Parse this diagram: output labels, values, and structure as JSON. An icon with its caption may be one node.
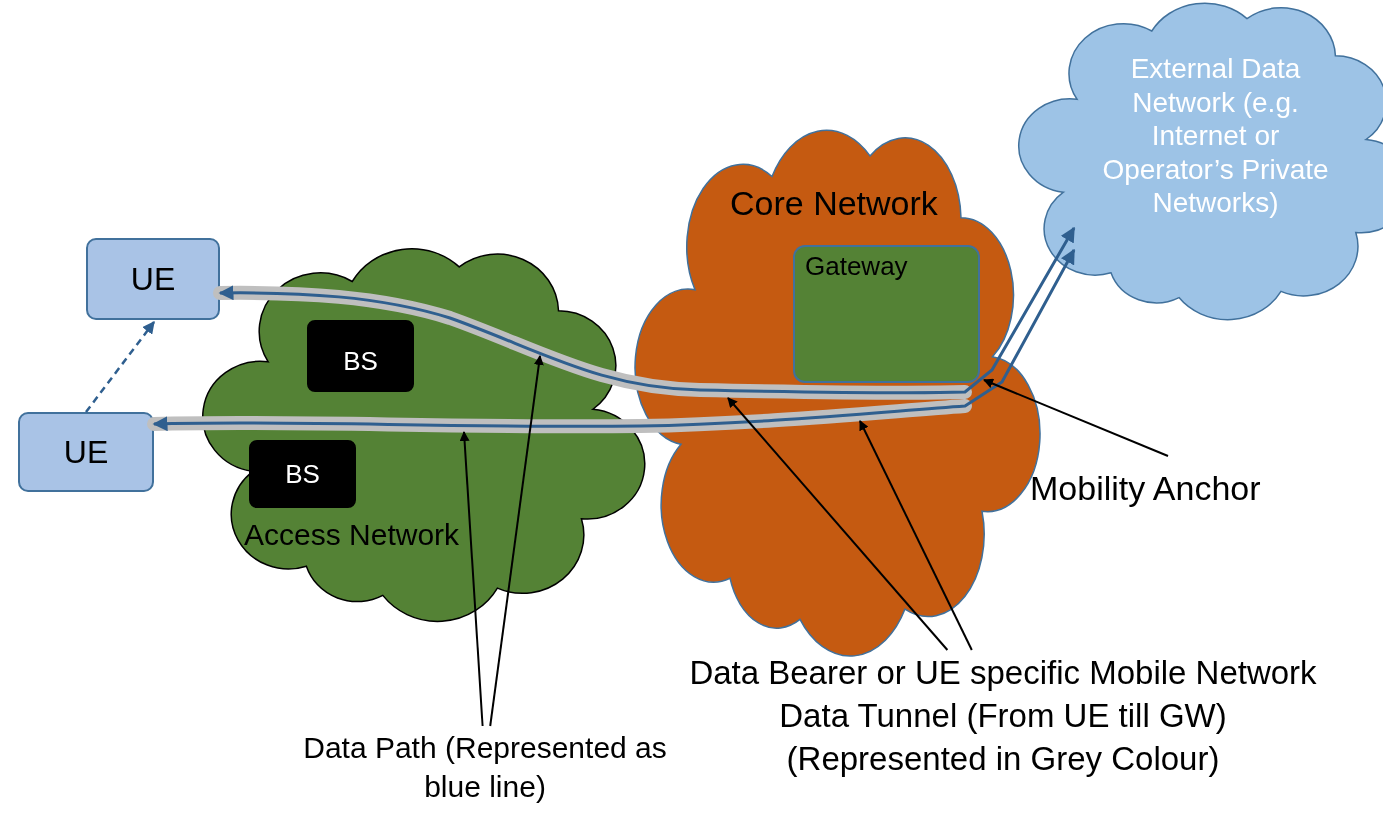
{
  "diagram": {
    "nodes": [
      {
        "text": [
          "UE"
        ]
      },
      {
        "text": [
          "UE"
        ]
      },
      {
        "text": [
          "Access Network"
        ]
      },
      {
        "text": [
          "BS"
        ],
        "in": 2
      },
      {
        "text": [
          "BS"
        ],
        "in": 2
      },
      {
        "text": [
          "Core Network"
        ]
      },
      {
        "text": [
          "Gateway"
        ],
        "in": 5
      },
      {
        "text": [
          "External Data Network (e.g. Internet or Operator’s Private Networks)"
        ]
      },
      {
        "text": [
          "Mobility Anchor"
        ]
      },
      {
        "text": [
          "Data Bearer or UE specific Mobile Network Data Tunnel (From UE till GW) (Represented in Grey Colour)"
        ]
      },
      {
        "text": [
          "Data Path (Represented as blue line)"
        ]
      }
    ],
    "edges": [
      {
        "from": 0,
        "to": 6,
        "arrow": "none",
        "style": "thick",
        "color": "#bfbfbf"
      },
      {
        "from": 1,
        "to": 6,
        "arrow": "none",
        "style": "thick",
        "color": "#bfbfbf"
      },
      {
        "from": 0,
        "to": 7,
        "arrow": "both",
        "color": "#2f5f8f"
      },
      {
        "from": 1,
        "to": 7,
        "arrow": "both",
        "color": "#2f5f8f"
      },
      {
        "from": 1,
        "to": 0,
        "arrow": "to",
        "style": "dashed",
        "color": "#2f5f8f"
      },
      {
        "from": 10,
        "to": null,
        "arrow": "to"
      },
      {
        "from": 10,
        "to": null,
        "arrow": "to"
      },
      {
        "from": 9,
        "to": null,
        "arrow": "to"
      },
      {
        "from": 9,
        "to": null,
        "arrow": "to"
      },
      {
        "from": 8,
        "to": 6,
        "arrow": "to"
      }
    ]
  }
}
